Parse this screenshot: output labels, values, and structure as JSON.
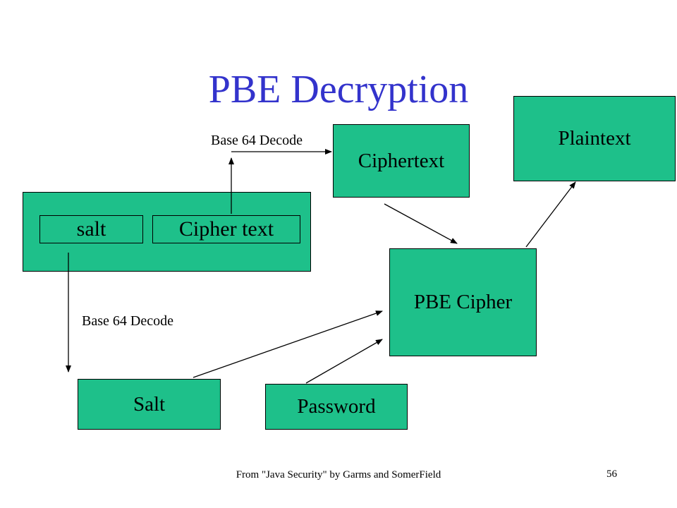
{
  "title": "PBE Decryption",
  "packet": {
    "salt_label": "salt",
    "ciphertext_label": "Cipher text"
  },
  "decode_labels": {
    "top": "Base 64 Decode",
    "bottom": "Base 64 Decode"
  },
  "boxes": {
    "ciphertext": "Ciphertext",
    "plaintext": "Plaintext",
    "pbe_cipher": "PBE Cipher",
    "salt": "Salt",
    "password": "Password"
  },
  "footer": {
    "source": "From \"Java Security\" by Garms and SomerField",
    "page_number": "56"
  },
  "colors": {
    "box_fill": "#1ec08a",
    "title": "#3333cc",
    "line": "#000000"
  }
}
